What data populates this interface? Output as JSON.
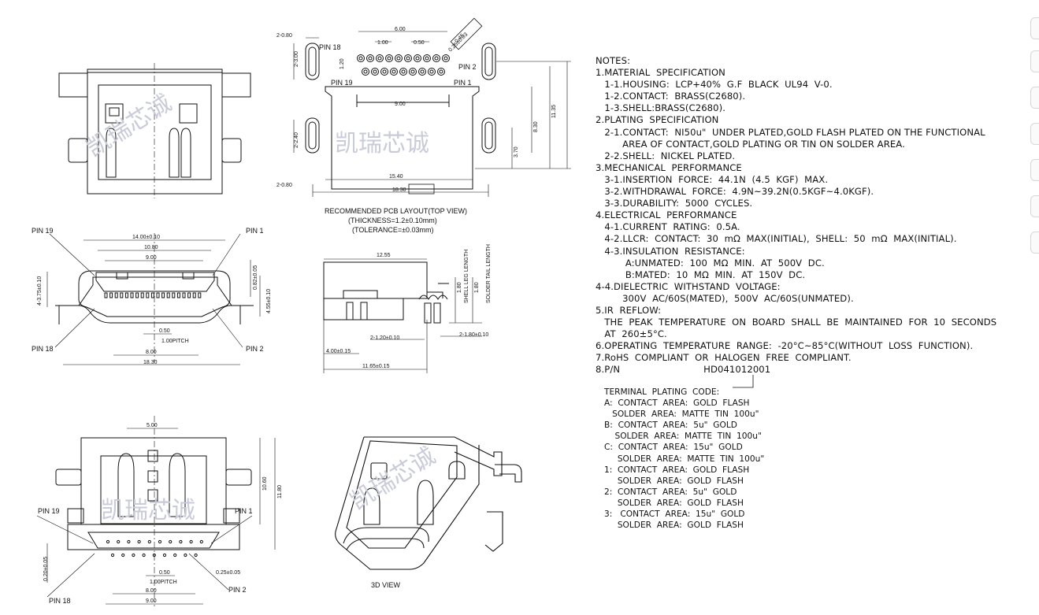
{
  "watermark": "凯瑞芯诚",
  "colors": {
    "line": "#111111",
    "watermark": "#c9cbd8",
    "background": "#ffffff"
  },
  "notes": [
    "NOTES:",
    "1.MATERIAL  SPECIFICATION",
    "   1-1.HOUSING:  LCP+40%  G.F  BLACK  UL94  V-0.",
    "   1-2.CONTACT:  BRASS(C2680).",
    "   1-3.SHELL:BRASS(C2680).",
    "2.PLATING  SPECIFICATION",
    "   2-1.CONTACT:  NI50u\"  UNDER PLATED,GOLD FLASH PLATED ON THE FUNCTIONAL",
    "         AREA OF CONTACT,GOLD PLATING OR TIN ON SOLDER AREA.",
    "   2-2.SHELL:  NICKEL PLATED.",
    "3.MECHANICAL  PERFORMANCE",
    "   3-1.INSERTION  FORCE:  44.1N  (4.5  KGF)  MAX.",
    "   3-2.WITHDRAWAL  FORCE:  4.9N~39.2N(0.5KGF~4.0KGF).",
    "   3-3.DURABILITY:  5000  CYCLES.",
    "4.ELECTRICAL  PERFORMANCE",
    "   4-1.CURRENT  RATING:  0.5A.",
    "   4-2.LLCR:  CONTACT:  30  mΩ  MAX(INITIAL),  SHELL:  50  mΩ  MAX(INITIAL).",
    "   4-3.INSULATION  RESISTANCE:",
    "          A:UNMATED:  100  MΩ  MIN.  AT  500V  DC.",
    "          B:MATED:  10  MΩ  MIN.  AT  150V  DC.",
    "4-4.DIELECTRIC  WITHSTAND  VOLTAGE:",
    "         300V  AC/60S(MATED),  500V  AC/60S(UNMATED).",
    "5.IR  REFLOW:",
    "   THE  PEAK  TEMPERATURE  ON  BOARD  SHALL  BE  MAINTAINED  FOR  10  SECONDS",
    "   AT  260±5°C.",
    "6.OPERATING  TEMPERATURE  RANGE:  -20°C~85°C(WITHOUT  LOSS  FUNCTION).",
    "7.RoHS  COMPLIANT  OR  HALOGEN  FREE  COMPLIANT.",
    "8.P/N                            HD041012001"
  ],
  "plating_code": [
    "TERMINAL  PLATING  CODE:",
    "A:  CONTACT  AREA:  GOLD  FLASH",
    "   SOLDER  AREA:  MATTE  TIN  100u\"",
    "B:  CONTACT  AREA:  5u\"  GOLD",
    "    SOLDER  AREA:  MATTE  TIN  100u\"",
    "C:  CONTACT  AREA:  15u\"  GOLD",
    "     SOLDER  AREA:  MATTE  TIN  100u\"",
    "1:  CONTACT  AREA:  GOLD  FLASH",
    "     SOLDER  AREA:  GOLD  FLASH",
    "2:  CONTACT  AREA:  5u\"  GOLD",
    "     SOLDER  AREA:  GOLD  FLASH",
    "3:   CONTACT  AREA:  15u\"  GOLD",
    "     SOLDER  AREA:  GOLD  FLASH"
  ],
  "pcb_layout": {
    "title": "RECOMMENDED  PCB  LAYOUT(TOP  VIEW)",
    "thickness": "(THICKNESS=1.2±0.10mm)",
    "tolerance": "(TOLERANCE=±0.03mm)",
    "pin18": "PIN  18",
    "pin19": "PIN  19",
    "pin1": "PIN  1",
    "pin2": "PIN  2",
    "d_2x080_top": "2-0.80",
    "d_2x300": "2-3.00",
    "d_600": "6.00",
    "d_100": "1.00",
    "d_050": "0.50",
    "d_120": "1.20",
    "d_025": "0.25±0.03",
    "d_045": "0.45",
    "d_900": "9.00",
    "d_2x240": "2-2.40",
    "d_830": "8.30",
    "d_1135": "11.35",
    "d_370": "3.70",
    "d_1540": "15.40",
    "d_2x080_bot": "2-0.80",
    "d_1830": "18.30"
  },
  "front_view": {
    "pin19": "PIN  19",
    "pin1": "PIN  1",
    "pin18": "PIN  18",
    "pin2": "PIN  2",
    "d_1400": "14.00±0.10",
    "d_1080": "10.80",
    "d_900": "9.00",
    "d_375": "4-3.75±0.10",
    "d_082": "0.82±0.05",
    "d_455": "4.55±0.10",
    "d_050": "0.50",
    "d_100p": "1.00PITCH",
    "d_800": "8.00",
    "d_1830": "18.30"
  },
  "side_view": {
    "d_1255": "12.55",
    "shell_leg": "SHELL  LEG  LENGTH",
    "solder_tail": "SOLDER  TAIL  LENGTH",
    "d_180a": "1.80",
    "d_180b": "1.80",
    "d_2x120": "2-1.20±0.10",
    "d_2x180": "2-1.80±0.10",
    "d_400": "4.00±0.15",
    "d_1165": "11.65±0.15"
  },
  "bottom_view": {
    "d_500": "5.00",
    "d_1060": "10.60",
    "d_1180": "11.80",
    "pin19": "PIN  19",
    "pin1": "PIN  1",
    "pin18": "PIN  18",
    "pin2": "PIN  2",
    "d_020": "0.20±0.05",
    "d_050": "0.50",
    "d_025": "0.25±0.05",
    "d_100p": "1.00PITCH",
    "d_800": "8.00",
    "d_900": "9.00"
  },
  "view3d": {
    "label": "3D  VIEW"
  }
}
